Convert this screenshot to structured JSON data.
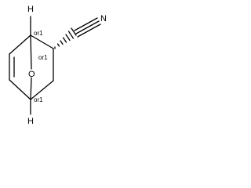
{
  "molecule": {
    "atoms": {
      "h_top": "H",
      "h_bottom": "H",
      "oxygen": "O",
      "nitrogen": "N"
    },
    "stereo_labels": {
      "c1": "or1",
      "c2": "or1",
      "c4": "or1"
    },
    "bond_color": "#000000"
  }
}
